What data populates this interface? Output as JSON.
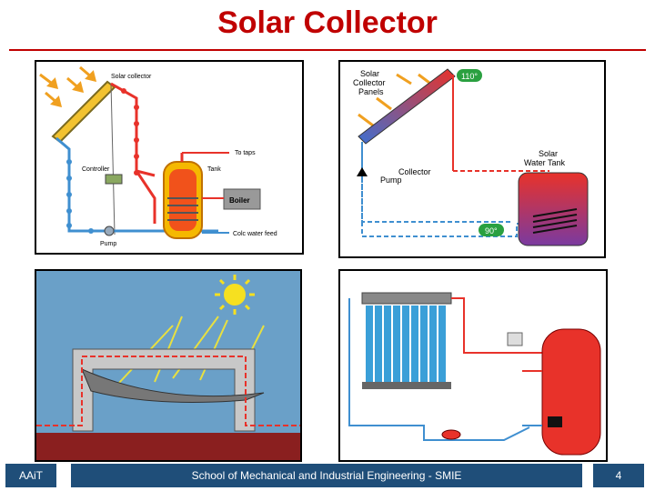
{
  "title": "Solar Collector",
  "diagram1": {
    "solar_collector": "Solar collector",
    "controller": "Controller",
    "to_taps": "To taps",
    "tank": "Tank",
    "boiler": "Boiler",
    "cold_water_feed": "Colc water feed",
    "pump": "Pump"
  },
  "diagram2": {
    "panels_line1": "Solar",
    "panels_line2": "Collector",
    "panels_line3": "Panels",
    "temp_hot": "110°",
    "tank_line1": "Solar",
    "tank_line2": "Water Tank",
    "pump_line1": "Collector",
    "pump_line2": "Pump",
    "temp_cold": "90°"
  },
  "footer": {
    "left": "AAiT",
    "center": "School of Mechanical and Industrial Engineering - SMIE",
    "page": "4"
  },
  "colors": {
    "title": "#c00000",
    "footer_bg": "#1f4e79",
    "hot": "#e8322a",
    "cold": "#3f8fd0"
  }
}
